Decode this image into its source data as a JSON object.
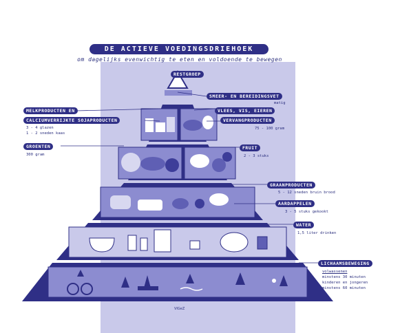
{
  "title": "DE ACTIEVE VOEDINGSDRIEHOEK",
  "subtitle": "om dagelijks evenwichtig te eten en voldoende te bewegen",
  "labels": {
    "restgroep": "RESTGROEP",
    "smeer": "SMEER- EN BEREIDINGSVET",
    "smeer_note": "matig",
    "melk1": "MELKPRODUCTEN EN",
    "melk2": "CALCIUMVERRIJKTE SOJAPRODUCTEN",
    "melk_note1": "3 - 4 glazen",
    "melk_note2": "1 - 2 sneden kaas",
    "vlees": "VLEES, VIS, EIEREN",
    "vervang": "VERVANGPRODUCTEN",
    "vervang_note": "75 - 100 gram",
    "groenten": "GROENTEN",
    "groenten_note": "300 gram",
    "fruit": "FRUIT",
    "fruit_note": "2 - 3 stuks",
    "graan": "GRAANPRODUCTEN",
    "graan_note": "5 - 12 sneden bruin brood",
    "aardappelen": "AARDAPPELEN",
    "aardappelen_note": "3 - 5 stuks gekookt",
    "water": "WATER",
    "water_note": "1,5 liter drinken",
    "beweging": "LICHAAMSBEWEGING",
    "beweging_note1": "volwassenen",
    "beweging_note2": "minstens 30 minuten",
    "beweging_note3": "kinderen en jongeren",
    "beweging_note4": "minstens 60 minuten",
    "footer": "VIGeZ"
  },
  "colors": {
    "navy": "#2f2f86",
    "panel": "#c9c9ea",
    "tier": "#5f5fb4",
    "tier_light": "#8c8cd0",
    "white": "#ffffff"
  },
  "icons": [
    "banana-icon",
    "apple-icon",
    "cyclist-icon",
    "walker-icon",
    "stairs-climber-icon",
    "swimmer-icon",
    "runner-icon",
    "tennis-player-icon",
    "bowl-icon",
    "milk-glass-icon",
    "teapot-icon",
    "bread-icon",
    "cheese-icon",
    "fish-icon",
    "vegetables-icon",
    "fruit-bowl-icon"
  ]
}
